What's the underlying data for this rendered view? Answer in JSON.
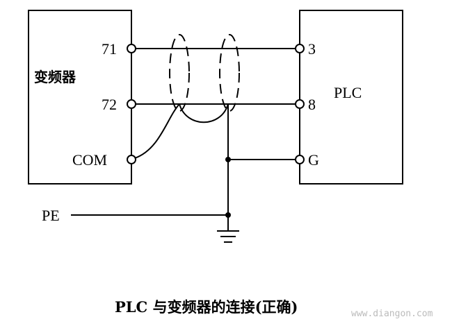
{
  "inverter": {
    "title": "变频器",
    "terminals": [
      "71",
      "72",
      "COM"
    ]
  },
  "plc": {
    "title": "PLC",
    "terminals": [
      "3",
      "8",
      "G"
    ]
  },
  "pe_label": "PE",
  "caption": "PLC 与变频器的连接(正确)",
  "watermark": "www.diangon.com"
}
